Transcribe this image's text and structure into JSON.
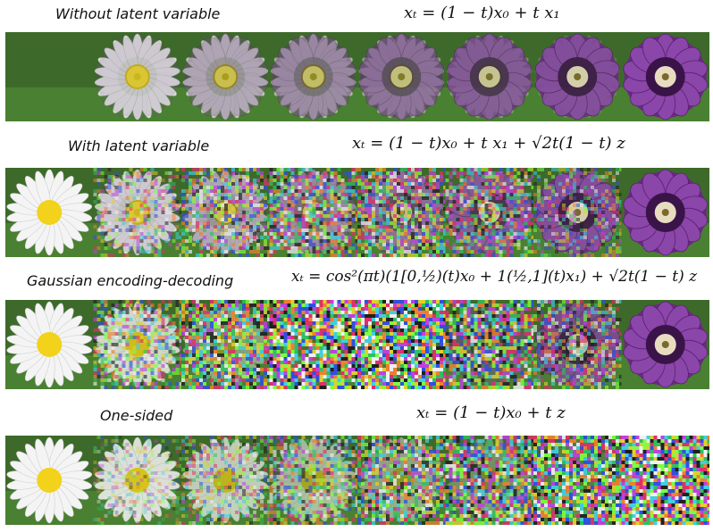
{
  "rows": [
    {
      "title": "Without latent variable",
      "equation": "xₜ = (1 − t)x₀ + t x₁",
      "frames": [
        {
          "source": 0.0,
          "target": 0.0,
          "noise": 0.0
        },
        {
          "source": 0.86,
          "target": 0.14,
          "noise": 0.0
        },
        {
          "source": 0.71,
          "target": 0.29,
          "noise": 0.0
        },
        {
          "source": 0.57,
          "target": 0.43,
          "noise": 0.0
        },
        {
          "source": 0.43,
          "target": 0.57,
          "noise": 0.0
        },
        {
          "source": 0.29,
          "target": 0.71,
          "noise": 0.0
        },
        {
          "source": 0.14,
          "target": 0.86,
          "noise": 0.0
        },
        {
          "source": 0.0,
          "target": 1.0,
          "noise": 0.0
        }
      ]
    },
    {
      "title": "With latent variable",
      "equation": "xₜ = (1 − t)x₀ + t x₁ + √2t(1 − t) z",
      "frames": [
        {
          "source": 1.0,
          "target": 0.0,
          "noise": 0.0
        },
        {
          "source": 0.86,
          "target": 0.14,
          "noise": 0.5
        },
        {
          "source": 0.71,
          "target": 0.29,
          "noise": 0.64
        },
        {
          "source": 0.57,
          "target": 0.43,
          "noise": 0.7
        },
        {
          "source": 0.43,
          "target": 0.57,
          "noise": 0.7
        },
        {
          "source": 0.29,
          "target": 0.71,
          "noise": 0.64
        },
        {
          "source": 0.14,
          "target": 0.86,
          "noise": 0.5
        },
        {
          "source": 0.0,
          "target": 1.0,
          "noise": 0.0
        }
      ]
    },
    {
      "title": "Gaussian encoding-decoding",
      "equation": "xₜ = cos²(πt)(1[0,½)(t)x₀ + 1(½,1](t)x₁) + √2t(1 − t) z",
      "frames": [
        {
          "source": 1.0,
          "target": 0.0,
          "noise": 0.0
        },
        {
          "source": 0.8,
          "target": 0.0,
          "noise": 0.6
        },
        {
          "source": 0.4,
          "target": 0.0,
          "noise": 0.8
        },
        {
          "source": 0.05,
          "target": 0.0,
          "noise": 0.95
        },
        {
          "source": 0.0,
          "target": 0.05,
          "noise": 0.95
        },
        {
          "source": 0.0,
          "target": 0.35,
          "noise": 0.8
        },
        {
          "source": 0.0,
          "target": 0.75,
          "noise": 0.6
        },
        {
          "source": 0.0,
          "target": 1.0,
          "noise": 0.0
        }
      ]
    },
    {
      "title": "One-sided",
      "equation": "xₜ = (1 − t)x₀ + t z",
      "frames": [
        {
          "source": 1.0,
          "target": 0.0,
          "noise": 0.0
        },
        {
          "source": 0.86,
          "target": 0.0,
          "noise": 0.35
        },
        {
          "source": 0.71,
          "target": 0.0,
          "noise": 0.5
        },
        {
          "source": 0.57,
          "target": 0.0,
          "noise": 0.62
        },
        {
          "source": 0.43,
          "target": 0.0,
          "noise": 0.72
        },
        {
          "source": 0.29,
          "target": 0.0,
          "noise": 0.8
        },
        {
          "source": 0.14,
          "target": 0.0,
          "noise": 0.88
        },
        {
          "source": 0.0,
          "target": 0.0,
          "noise": 1.0
        }
      ]
    }
  ]
}
